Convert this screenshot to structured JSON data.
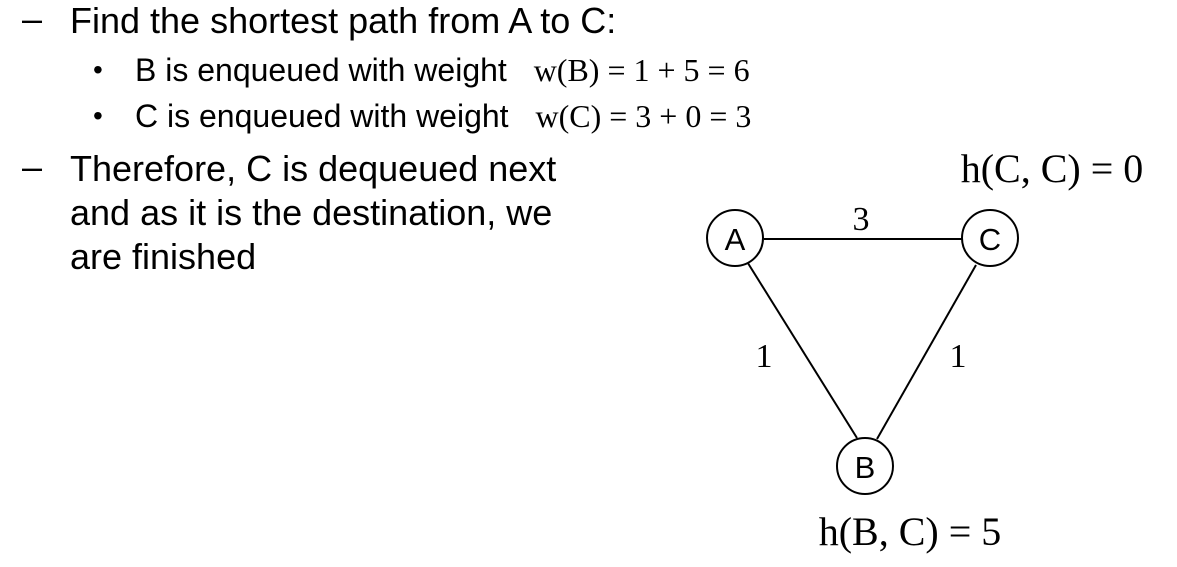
{
  "bullets": {
    "dash_symbol": "–",
    "sub_symbol": "•"
  },
  "text": {
    "line1": "Find the shortest path from A to C:",
    "line2_prefix": "B is enqueued with weight",
    "line2_math": "w(B) = 1 + 5 = 6",
    "line3_prefix": "C is enqueued with weight",
    "line3_math": "w(C) = 3 + 0 = 3",
    "line4": "Therefore, C is dequeued next",
    "line5": "and as it is the destination, we",
    "line6": "are finished"
  },
  "graph": {
    "nodes": {
      "a": "A",
      "b": "B",
      "c": "C"
    },
    "edges": {
      "ac": "3",
      "ab": "1",
      "bc": "1"
    },
    "heuristics": {
      "c": "h(C, C) = 0",
      "b": "h(B, C) = 5"
    }
  }
}
